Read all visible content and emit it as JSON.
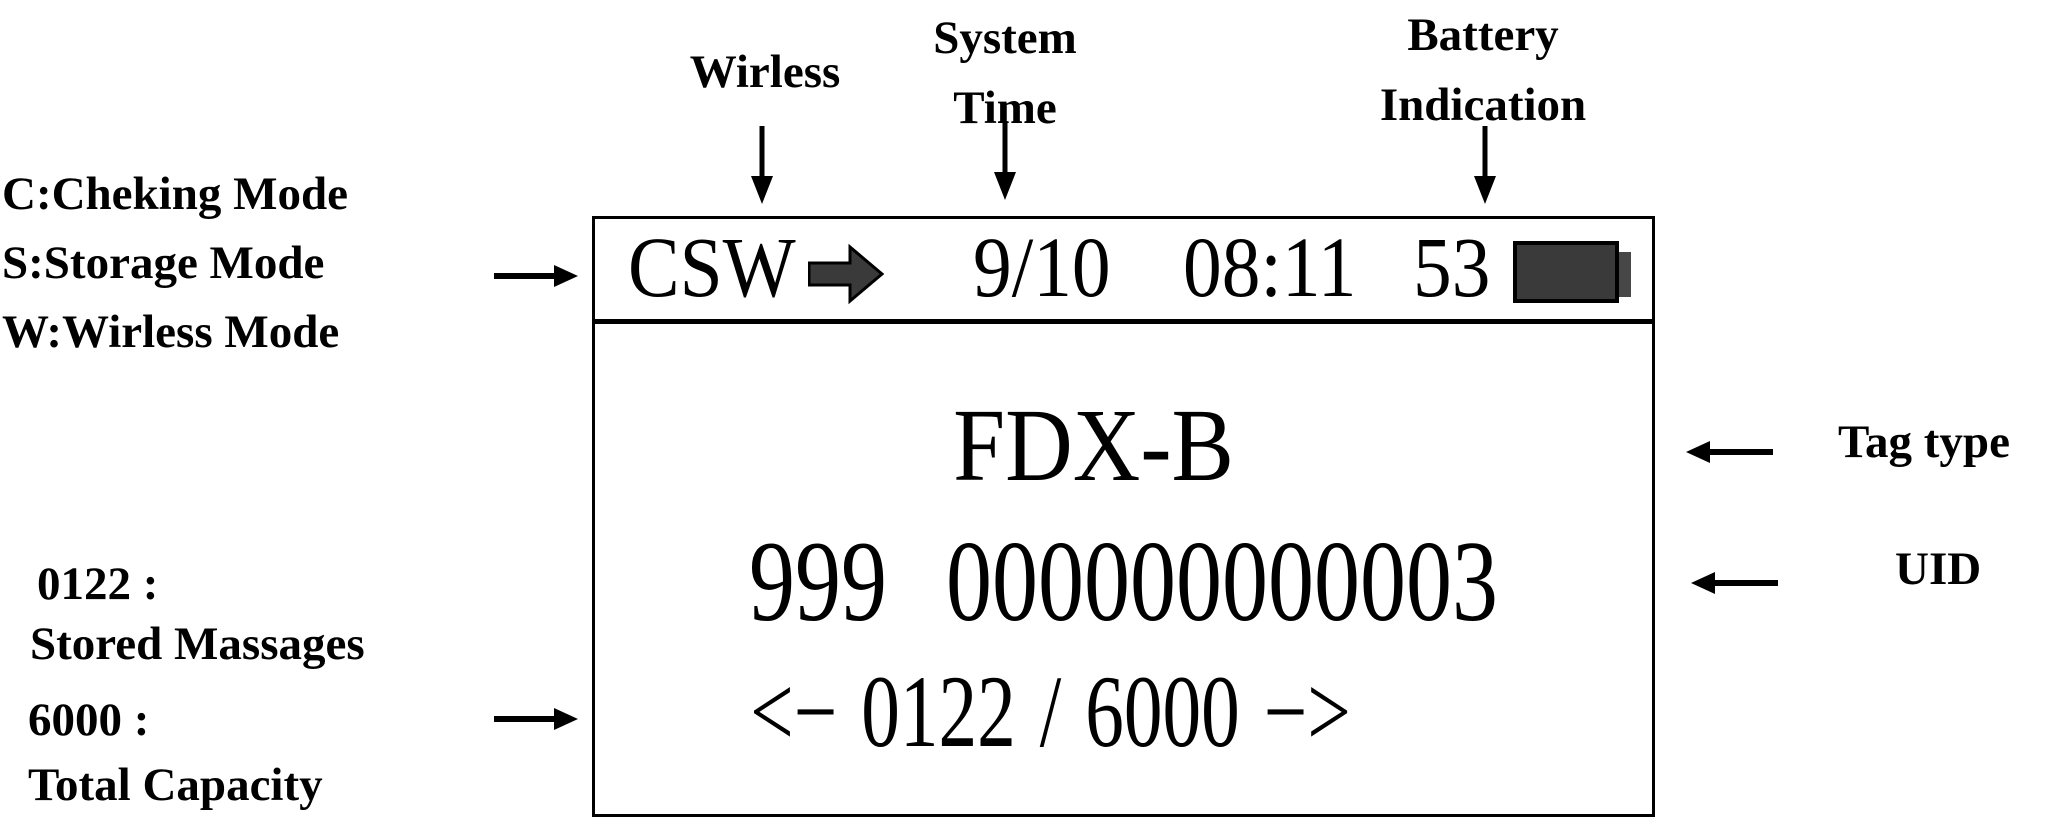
{
  "colors": {
    "background": "#ffffff",
    "text": "#000000",
    "screen_border": "#000000",
    "icon_fill": "#3a3a3a",
    "battery_nub": "#474747"
  },
  "icons": {
    "wireless": "block-right-arrow-icon",
    "battery": "battery-filled-icon"
  },
  "screen": {
    "status_bar": {
      "modes": "CSW",
      "date": "9/10",
      "time": "08:11",
      "battery_level": "53"
    },
    "display": {
      "tag_type": "FDX-B",
      "uid": "999 000000000003",
      "pager": {
        "prev": "<−",
        "current": "0122",
        "divider": "/",
        "total": "6000",
        "next": "−>"
      }
    }
  },
  "annotations": {
    "wireless_label": "Wirless",
    "system_time_label": [
      "System",
      "Time"
    ],
    "battery_label": [
      "Battery",
      "Indication"
    ],
    "mode_legend": [
      "C:Cheking Mode",
      "S:Storage Mode",
      "W:Wirless Mode"
    ],
    "stored_value": "0122 :",
    "stored_label": "Stored Massages",
    "capacity_value": "6000 :",
    "capacity_label": "Total Capacity",
    "tag_type_label": "Tag type",
    "uid_label": "UID"
  }
}
